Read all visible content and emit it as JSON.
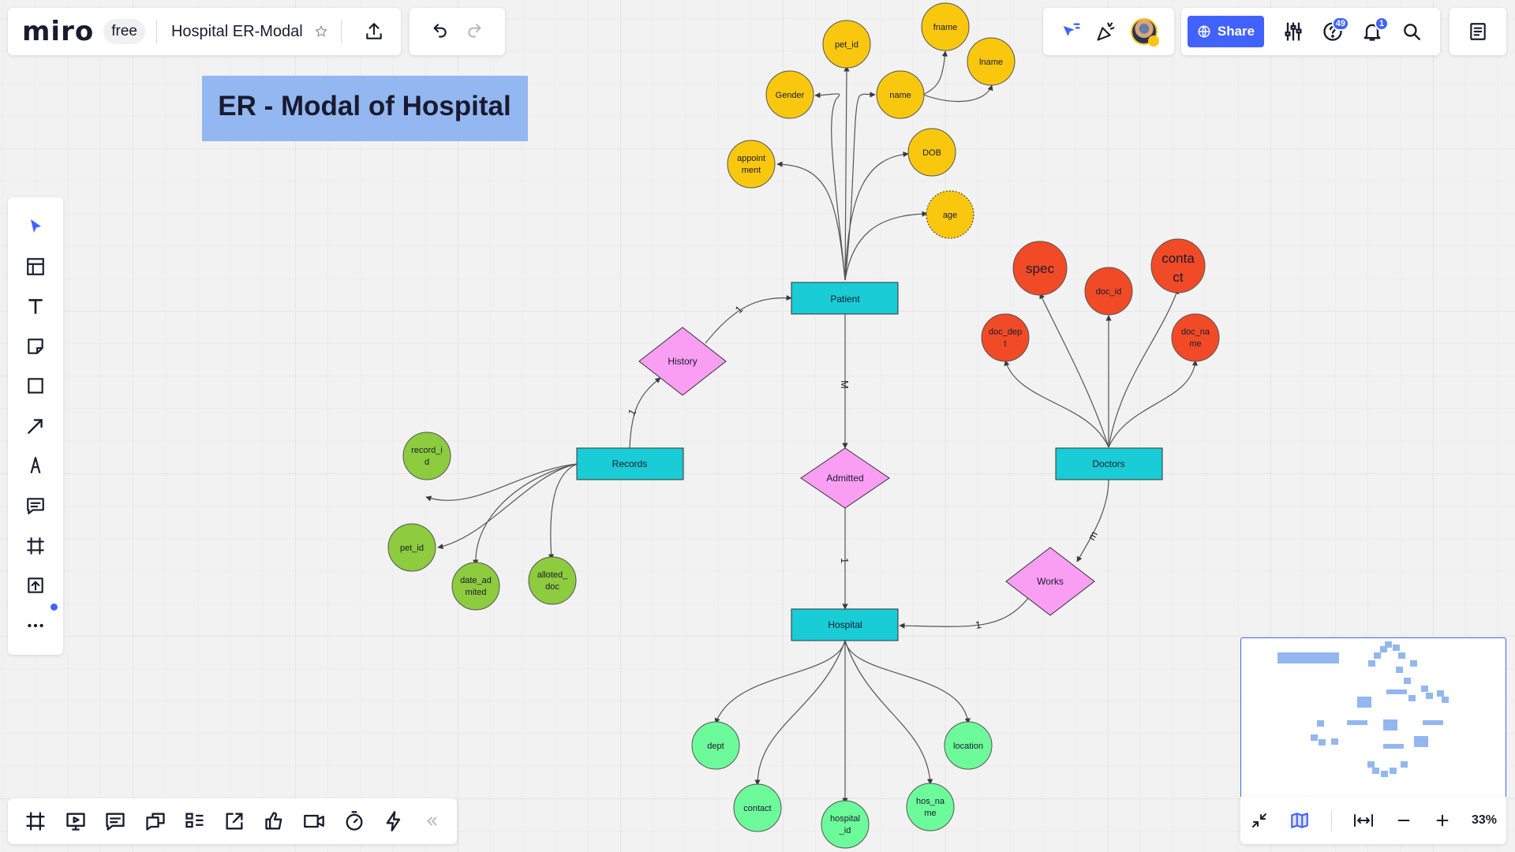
{
  "app": {
    "logo": "miro",
    "plan_badge": "free",
    "board_title": "Hospital ER-Modal"
  },
  "toolbar_top": {
    "share_label": "Share",
    "help_badge": "49",
    "notifications_badge": "1"
  },
  "left_toolbar": {
    "tools": [
      "select-cursor-icon",
      "templates-icon",
      "text-icon",
      "sticky-note-icon",
      "shape-icon",
      "arrow-line-icon",
      "pen-icon",
      "comment-icon",
      "frame-icon",
      "upload-icon",
      "more-icon"
    ]
  },
  "bottom_toolbar": {
    "tools": [
      "frames-icon",
      "presentation-icon",
      "comments-icon",
      "cards-icon",
      "kanban-icon",
      "share-screen-icon",
      "reactions-icon",
      "video-call-icon",
      "timer-icon",
      "apps-icon",
      "collapse-chevrons-icon"
    ]
  },
  "minimap": {
    "zoom_label": "33%"
  },
  "diagram": {
    "title": "ER - Modal of Hospital",
    "colors": {
      "title_fill": "#93b7f0",
      "entity_fill": "#19ccd6",
      "relationship_fill": "#f99ef2",
      "patient_attr_fill": "#f9c80e",
      "doctor_attr_fill": "#f04a26",
      "record_attr_fill": "#8ccc3e",
      "hospital_attr_fill": "#6dfa9b"
    },
    "entities": {
      "patient": "Patient",
      "records": "Records",
      "doctors": "Doctors",
      "hospital": "Hospital"
    },
    "relationships": {
      "history": "History",
      "admitted": "Admitted",
      "works": "Works"
    },
    "cardinalities": {
      "history_patient": "1",
      "history_records": "1",
      "patient_admitted": "M",
      "admitted_hospital": "1",
      "doctors_works": "m",
      "works_hospital": "1"
    },
    "patient_attributes": {
      "pet_id": "pet_id",
      "fname": "fname",
      "lname": "lname",
      "gender": "Gender",
      "name": "name",
      "appointment": [
        "appoint",
        "ment"
      ],
      "dob": "DOB",
      "age": "age"
    },
    "doctor_attributes": {
      "spec": "spec",
      "doc_id": "doc_id",
      "contact": [
        "conta",
        "ct"
      ],
      "doc_dept": [
        "doc_dep",
        "t"
      ],
      "doc_name": [
        "doc_na",
        "me"
      ]
    },
    "record_attributes": {
      "record_id": [
        "record_i",
        "d"
      ],
      "pet_id": "pet_id",
      "date_admitted": [
        "date_ad",
        "mited"
      ],
      "alloted_doc": [
        "alloted_",
        "doc"
      ]
    },
    "hospital_attributes": {
      "dept": "dept",
      "location": "location",
      "contact": "contact",
      "hospital_id": [
        "hospital",
        "_id"
      ],
      "hos_name": [
        "hos_na",
        "me"
      ]
    }
  }
}
